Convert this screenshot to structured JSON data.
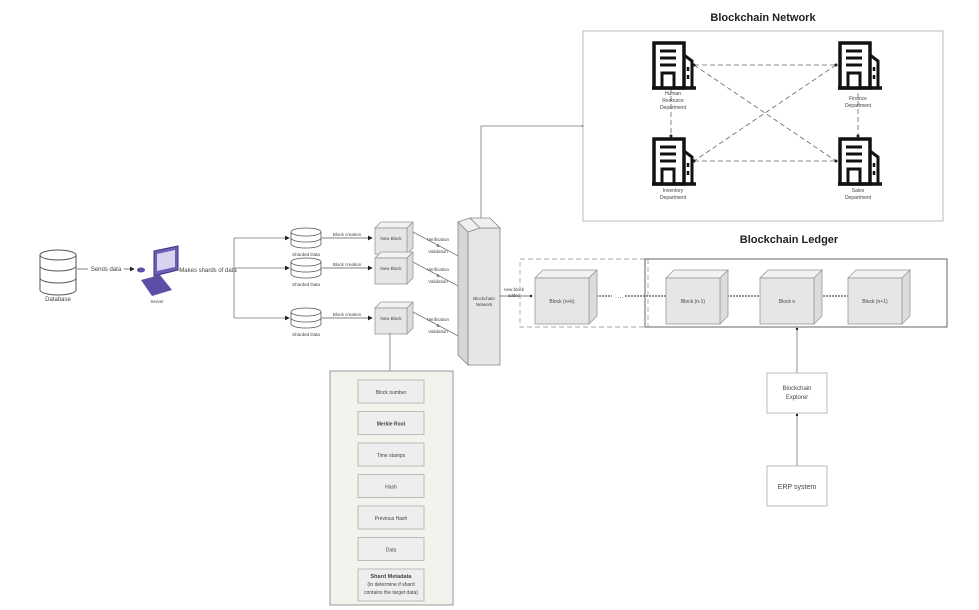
{
  "titles": {
    "network": "Blockchain Network",
    "ledger": "Blockchain Ledger"
  },
  "source": {
    "database_label": "Database",
    "server_label": "Server",
    "sends_data": "Sends data",
    "makes_shards": "Makes shards of data"
  },
  "shards": [
    {
      "label": "Sharded Data",
      "edge": "Block creation",
      "block": "New Block",
      "validation": [
        "Verification",
        "&",
        "Validation"
      ]
    },
    {
      "label": "Sharded Data",
      "edge": "Block creation",
      "block": "New Block",
      "validation": [
        "Verification",
        "&",
        "Validation"
      ]
    },
    {
      "label": "Sharded Data",
      "edge": "Block creation",
      "block": "New Block",
      "validation": [
        "Verification",
        "&",
        "Validation"
      ]
    }
  ],
  "network_node": {
    "label": [
      "Blockchain",
      "Network"
    ],
    "new_block_edge": [
      "new block",
      "added"
    ]
  },
  "departments": [
    {
      "name": [
        "Human",
        "Resource",
        "Department"
      ]
    },
    {
      "name": [
        "Finance",
        "Department"
      ]
    },
    {
      "name": [
        "Inventory",
        "Department"
      ]
    },
    {
      "name": [
        "Sales",
        "Department"
      ]
    }
  ],
  "ledger": {
    "pending_block": "Block (n+k)",
    "blocks": [
      "Block (n-1)",
      "Block n",
      "Block (n+1)"
    ]
  },
  "block_fields": [
    "Block number",
    "Merkle Root",
    "Time stamps",
    "Hash",
    "Previous Hash",
    "Data"
  ],
  "shard_metadata": {
    "title": "Shard Metadata",
    "desc": [
      "(to determine if shard",
      "contains the target data)"
    ]
  },
  "explorer": {
    "label": [
      "Blockchain",
      "Explorer"
    ],
    "erp": "ERP system"
  }
}
